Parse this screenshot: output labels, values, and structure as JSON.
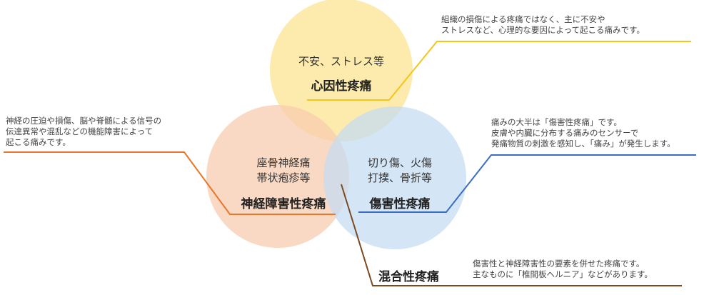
{
  "colors": {
    "psychogenic_circle": "#fde9a6",
    "neuropathic_circle": "#f7ccb0",
    "nociceptive_circle": "#c6dcf1",
    "psychogenic_line": "#f5c518",
    "neuropathic_line": "#e8762b",
    "nociceptive_line": "#3b6cc6",
    "mixed_line": "#7a4a22"
  },
  "circles": {
    "psychogenic": {
      "examples": [
        "不安、ストレス等"
      ],
      "title": "心因性疼痛"
    },
    "neuropathic": {
      "examples": [
        "座骨神経痛",
        "帯状疱疹等"
      ],
      "title": "神経障害性疼痛"
    },
    "nociceptive": {
      "examples": [
        "切り傷、火傷",
        "打撲、骨折等"
      ],
      "title": "傷害性疼痛"
    },
    "mixed": {
      "title": "混合性疼痛"
    }
  },
  "notes": {
    "psychogenic": [
      "組織の損傷による疼痛ではなく、主に不安や",
      "ストレスなど、心理的な要因によって起こる痛みです。"
    ],
    "neuropathic": [
      "神経の圧迫や損傷、脳や脊髄による信号の",
      "伝達異常や混乱などの機能障害によって",
      "起こる痛みです。"
    ],
    "nociceptive": [
      "痛みの大半は「傷害性疼痛」です。",
      "皮膚や内臓に分布する痛みのセンサーで",
      "発痛物質の刺激を感知し、「痛み」が発生します。"
    ],
    "mixed": [
      "傷害性と神経障害性の要素を併せた疼痛です。",
      "主なものに「椎間板ヘルニア」などがあります。"
    ]
  }
}
